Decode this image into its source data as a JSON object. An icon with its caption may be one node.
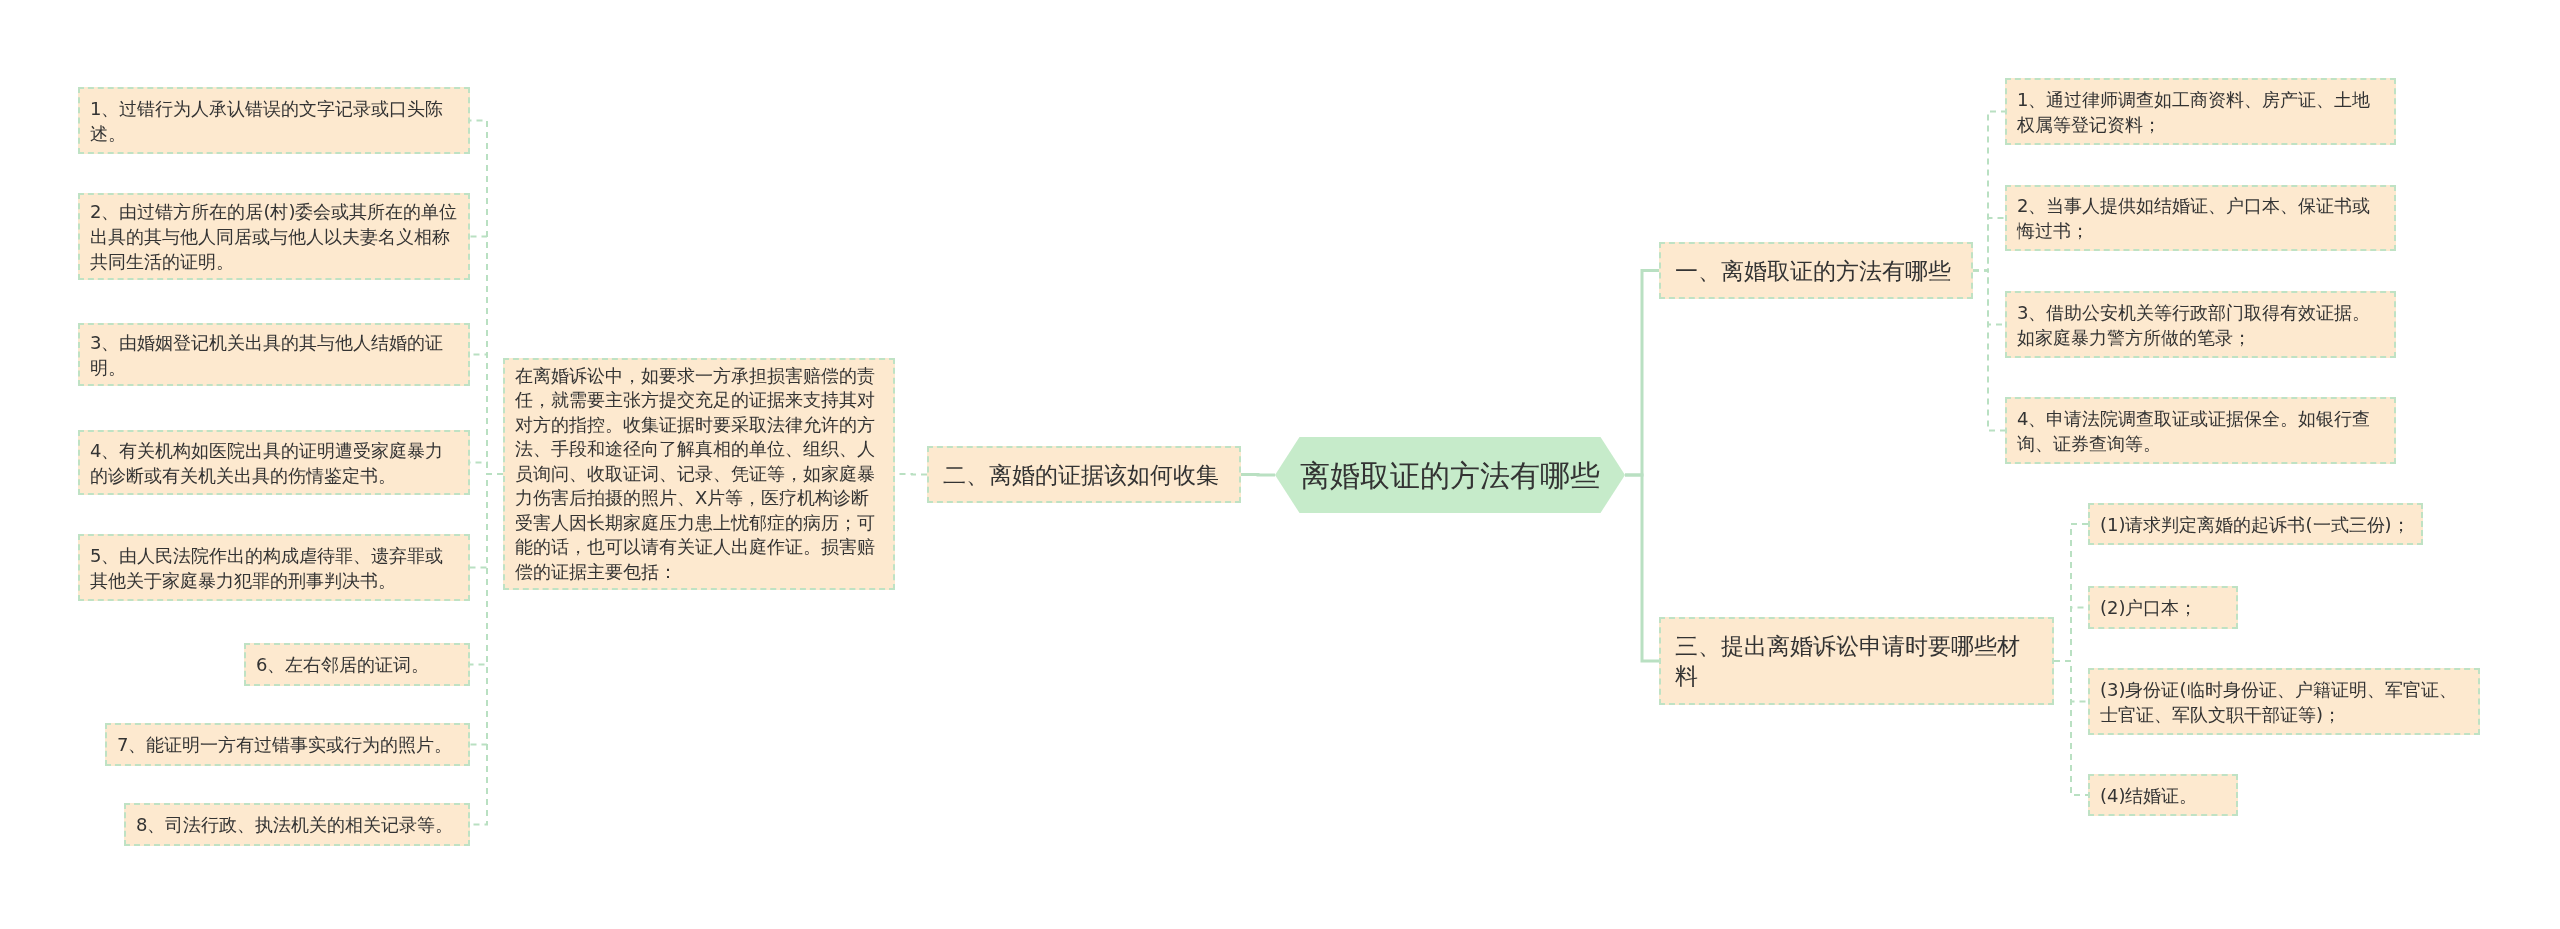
{
  "diagram": {
    "nodes": [
      {
        "text": [
          "离婚取证的方法有哪些"
        ]
      },
      {
        "text": [
          "二、离婚的证据该如何收集"
        ]
      },
      {
        "text": [
          "在离婚诉讼中，如要求一方承担损害赔偿的责任，就需要主张方提交充足的证据来支持其对对方的指控。收集证据时要采取法律允许的方法、手段和途径向了解真相的单位、组织、人员询问、收取证词、记录、凭证等，如家庭暴力伤害后拍摄的照片、X片等，医疗机构诊断受害人因长期家庭压力患上忧郁症的病历；可能的话，也可以请有关证人出庭作证。损害赔偿的证据主要包括："
        ]
      },
      {
        "text": [
          "1、过错行为人承认错误的文字记录或口头陈述。"
        ]
      },
      {
        "text": [
          "2、由过错方所在的居(村)委会或其所在的单位出具的其与他人同居或与他人以夫妻名义相称共同生活的证明。"
        ]
      },
      {
        "text": [
          "3、由婚姻登记机关出具的其与他人结婚的证明。"
        ]
      },
      {
        "text": [
          "4、有关机构如医院出具的证明遭受家庭暴力的诊断或有关机关出具的伤情鉴定书。"
        ]
      },
      {
        "text": [
          "5、由人民法院作出的构成虐待罪、遗弃罪或其他关于家庭暴力犯罪的刑事判决书。"
        ]
      },
      {
        "text": [
          "6、左右邻居的证词。"
        ]
      },
      {
        "text": [
          "7、能证明一方有过错事实或行为的照片。"
        ]
      },
      {
        "text": [
          "8、司法行政、执法机关的相关记录等。"
        ]
      },
      {
        "text": [
          "一、离婚取证的方法有哪些"
        ]
      },
      {
        "text": [
          "1、通过律师调查如工商资料、房产证、土地权属等登记资料；"
        ]
      },
      {
        "text": [
          "2、当事人提供如结婚证、户口本、保证书或悔过书；"
        ]
      },
      {
        "text": [
          "3、借助公安机关等行政部门取得有效证据。如家庭暴力警方所做的笔录；"
        ]
      },
      {
        "text": [
          "4、申请法院调查取证或证据保全。如银行查询、证券查询等。"
        ]
      },
      {
        "text": [
          "三、提出离婚诉讼申请时要哪些材料"
        ]
      },
      {
        "text": [
          "(1)请求判定离婚的起诉书(一式三份)；"
        ]
      },
      {
        "text": [
          "(2)户口本；"
        ]
      },
      {
        "text": [
          "(3)身份证(临时身份证、户籍证明、军官证、士官证、军队文职干部证等)；"
        ]
      },
      {
        "text": [
          "(4)结婚证。"
        ]
      }
    ],
    "edges": [
      {
        "from": 0,
        "to": 1,
        "arrow": "none"
      },
      {
        "from": 0,
        "to": 11,
        "arrow": "none"
      },
      {
        "from": 0,
        "to": 16,
        "arrow": "none"
      },
      {
        "from": 1,
        "to": 2,
        "arrow": "none",
        "style": "dashed"
      },
      {
        "from": 2,
        "to": 3,
        "arrow": "none",
        "style": "dashed"
      },
      {
        "from": 2,
        "to": 4,
        "arrow": "none",
        "style": "dashed"
      },
      {
        "from": 2,
        "to": 5,
        "arrow": "none",
        "style": "dashed"
      },
      {
        "from": 2,
        "to": 6,
        "arrow": "none",
        "style": "dashed"
      },
      {
        "from": 2,
        "to": 7,
        "arrow": "none",
        "style": "dashed"
      },
      {
        "from": 2,
        "to": 8,
        "arrow": "none",
        "style": "dashed"
      },
      {
        "from": 2,
        "to": 9,
        "arrow": "none",
        "style": "dashed"
      },
      {
        "from": 2,
        "to": 10,
        "arrow": "none",
        "style": "dashed"
      },
      {
        "from": 11,
        "to": 12,
        "arrow": "none",
        "style": "dashed"
      },
      {
        "from": 11,
        "to": 13,
        "arrow": "none",
        "style": "dashed"
      },
      {
        "from": 11,
        "to": 14,
        "arrow": "none",
        "style": "dashed"
      },
      {
        "from": 11,
        "to": 15,
        "arrow": "none",
        "style": "dashed"
      },
      {
        "from": 16,
        "to": 17,
        "arrow": "none",
        "style": "dashed"
      },
      {
        "from": 16,
        "to": 18,
        "arrow": "none",
        "style": "dashed"
      },
      {
        "from": 16,
        "to": 19,
        "arrow": "none",
        "style": "dashed"
      },
      {
        "from": 16,
        "to": 20,
        "arrow": "none",
        "style": "dashed"
      }
    ]
  }
}
